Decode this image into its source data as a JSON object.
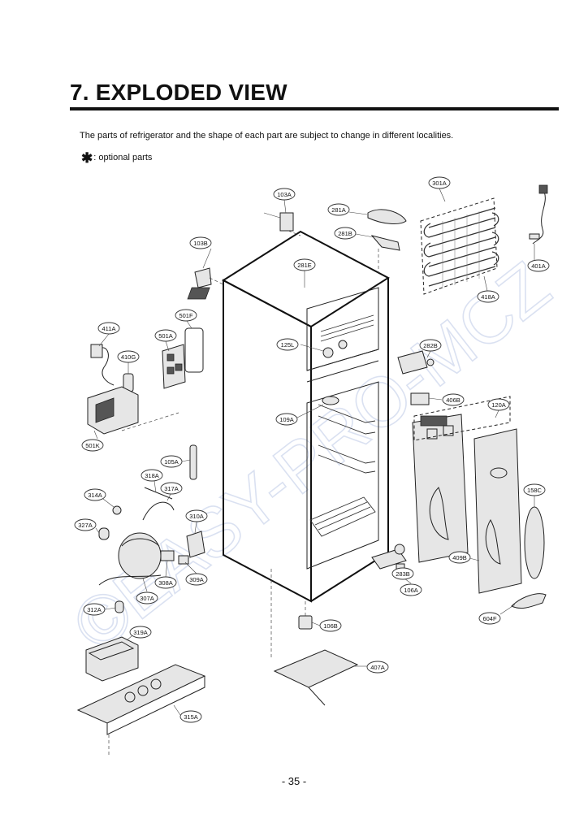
{
  "page": {
    "title": "7. EXPLODED VIEW",
    "note": "The parts of refrigerator and the shape of each part are subject to change in different localities.",
    "optional_mark": "✱",
    "optional_text": ": optional parts",
    "page_number": "- 35 -",
    "watermark": "©EASY-PRO-MCZ"
  },
  "parts": [
    {
      "id": "p103A",
      "label": "103A"
    },
    {
      "id": "p103B",
      "label": "103B"
    },
    {
      "id": "p281A",
      "label": "281A"
    },
    {
      "id": "p281B",
      "label": "281B"
    },
    {
      "id": "p281E",
      "label": "281E"
    },
    {
      "id": "p301A",
      "label": "301A"
    },
    {
      "id": "p401A",
      "label": "401A"
    },
    {
      "id": "p418A",
      "label": "418A"
    },
    {
      "id": "p501F",
      "label": "501F"
    },
    {
      "id": "p501A",
      "label": "501A"
    },
    {
      "id": "p411A",
      "label": "411A"
    },
    {
      "id": "p410G",
      "label": "410G"
    },
    {
      "id": "p501K",
      "label": "501K"
    },
    {
      "id": "p125L",
      "label": "125L"
    },
    {
      "id": "p282B",
      "label": "282B"
    },
    {
      "id": "p406B",
      "label": "406B"
    },
    {
      "id": "p120A",
      "label": "120A"
    },
    {
      "id": "p109A",
      "label": "109A"
    },
    {
      "id": "p105A",
      "label": "105A"
    },
    {
      "id": "p318A",
      "label": "318A"
    },
    {
      "id": "p317A",
      "label": "317A"
    },
    {
      "id": "p314A",
      "label": "314A"
    },
    {
      "id": "p327A",
      "label": "327A"
    },
    {
      "id": "p310A",
      "label": "310A"
    },
    {
      "id": "p308A",
      "label": "308A"
    },
    {
      "id": "p309A",
      "label": "309A"
    },
    {
      "id": "p307A",
      "label": "307A"
    },
    {
      "id": "p312A",
      "label": "312A"
    },
    {
      "id": "p319A",
      "label": "319A"
    },
    {
      "id": "p315A",
      "label": "315A"
    },
    {
      "id": "p158C",
      "label": "158C"
    },
    {
      "id": "p409B",
      "label": "409B"
    },
    {
      "id": "p283B",
      "label": "283B"
    },
    {
      "id": "p106A",
      "label": "106A"
    },
    {
      "id": "p604F",
      "label": "604F"
    },
    {
      "id": "p106B",
      "label": "106B"
    },
    {
      "id": "p407A",
      "label": "407A"
    }
  ]
}
